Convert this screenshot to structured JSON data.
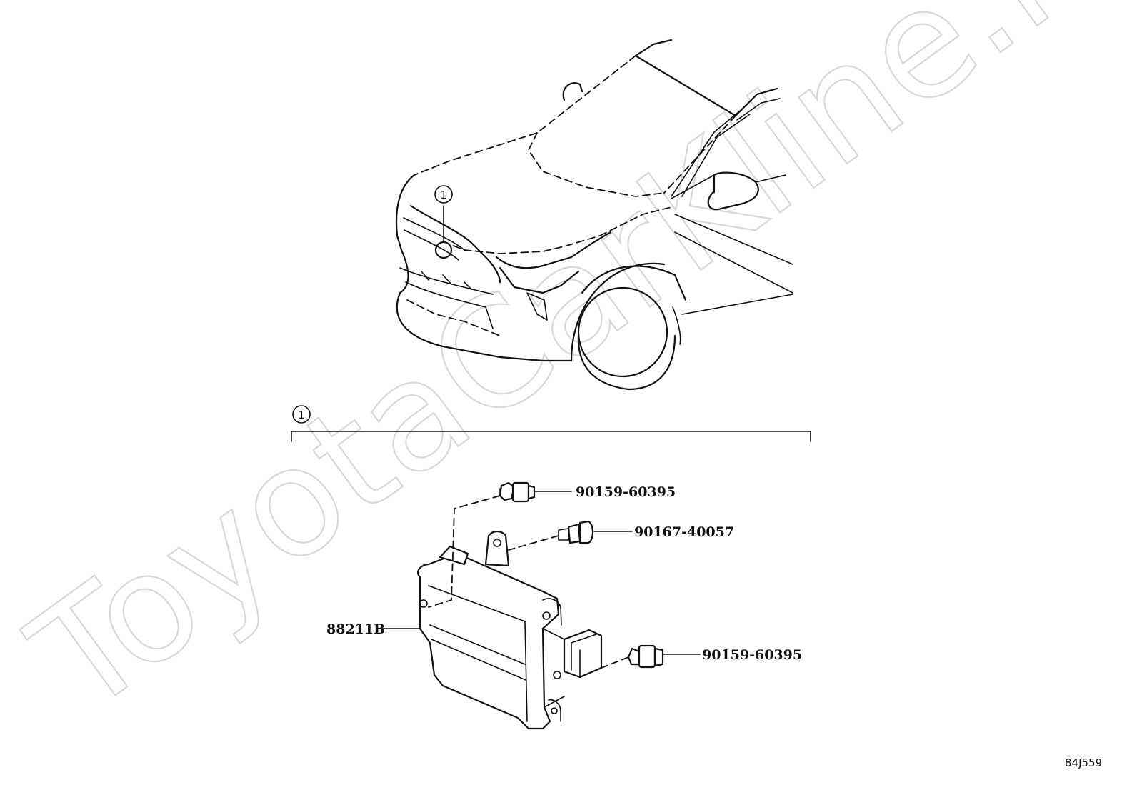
{
  "watermark": "ToyotaCarKline.ru",
  "callout": {
    "number": "1"
  },
  "parts": [
    {
      "id": "bolt-top",
      "code": "90159-60395"
    },
    {
      "id": "screw-mid",
      "code": "90167-40057"
    },
    {
      "id": "radar-sensor",
      "code": "88211B"
    },
    {
      "id": "bolt-bottom",
      "code": "90159-60395"
    }
  ],
  "diagram_code": "84J559"
}
